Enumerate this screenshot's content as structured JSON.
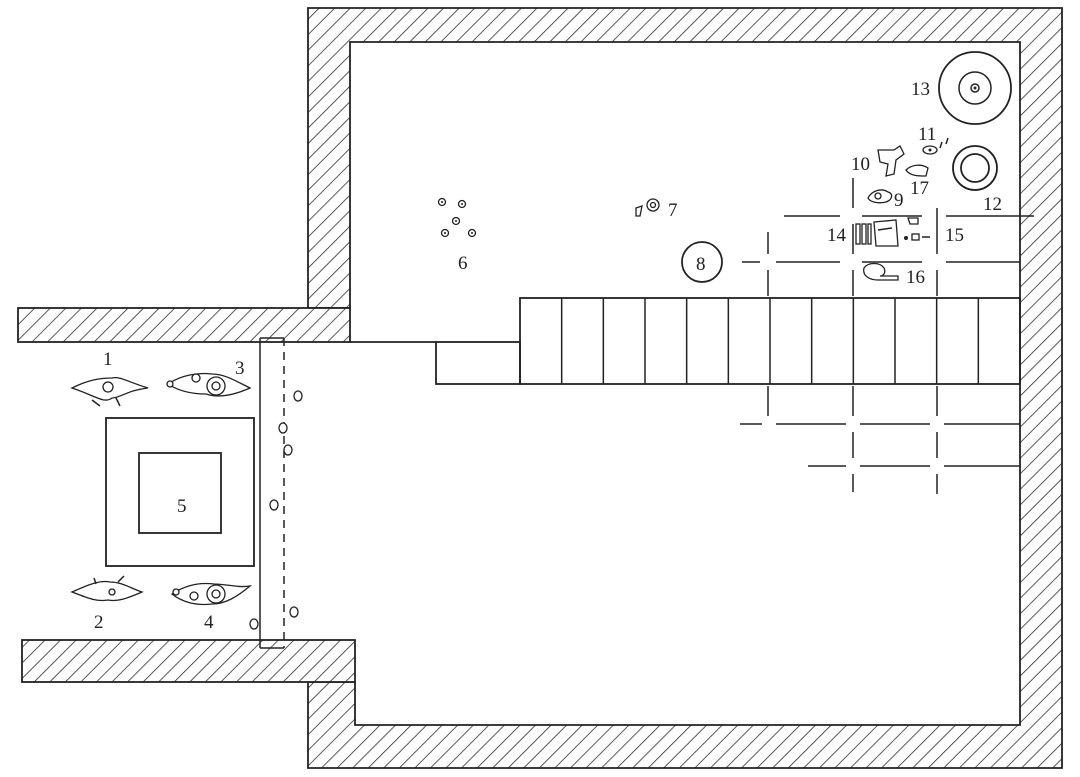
{
  "labels": {
    "n1": "1",
    "n2": "2",
    "n3": "3",
    "n4": "4",
    "n5": "5",
    "n6": "6",
    "n7": "7",
    "n8": "8",
    "n9": "9",
    "n10": "10",
    "n11": "11",
    "n12": "12",
    "n13": "13",
    "n14": "14",
    "n15": "15",
    "n16": "16",
    "n17": "17"
  },
  "colors": {
    "ink": "#222222",
    "paper": "#ffffff"
  }
}
